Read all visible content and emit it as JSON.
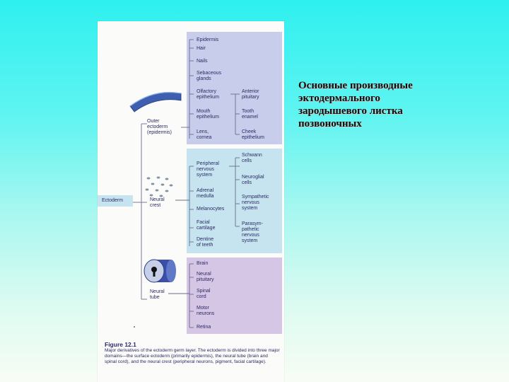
{
  "slide": {
    "title": "Основные производные\nэктодермального\nзародышевого листка\nпозвоночных"
  },
  "figure": {
    "root_label": "Ectoderm",
    "branches": {
      "outer": "Outer\nectoderm\n(epidermis)",
      "crest": "Neural\ncrest",
      "tube": "Neural\ntube"
    },
    "section1": {
      "col1": [
        "Epidermis",
        "Hair",
        "Nails",
        "Sebaceous\nglands",
        "Olfactory\nepithelium",
        "Mouth\nepithelium",
        "Lens,\ncornea"
      ],
      "col2": [
        "Anterior\npituitary",
        "Tooth\nenamel",
        "Cheek\nepithelium"
      ]
    },
    "section2": {
      "col1": [
        "Peripheral\nnervous\nsystem",
        "Adrenal\nmedulla",
        "Melanocytes",
        "Facial\ncartilage",
        "Dentine\nof teeth"
      ],
      "col2": [
        "Schwann\ncells",
        "Neuroglial\ncells",
        "Sympathetic\nnervous\nsystem",
        "Parasym-\npathetic\nnervous\nsystem"
      ]
    },
    "section3": {
      "col1": [
        "Brain",
        "Neural\npituitary",
        "Spinal\ncord",
        "Motor\nneurons",
        "Retina"
      ]
    },
    "caption_title": "Figure 12.1",
    "caption_text": "Major derivatives of the ectoderm germ layer. The ectoderm is divided into three major domains—the surface ectoderm (primarily epidermis), the neural tube (brain and spinal cord), and the neural crest (peripheral neurons, pigment, facial cartilage)."
  },
  "colors": {
    "background_top": "#2ef0ef",
    "background_bottom": "#f8fdf4",
    "section1": "#c8cdeb",
    "section2": "#c6e4f0",
    "section3": "#d5c6e6",
    "figure_text": "#2b2a63"
  }
}
